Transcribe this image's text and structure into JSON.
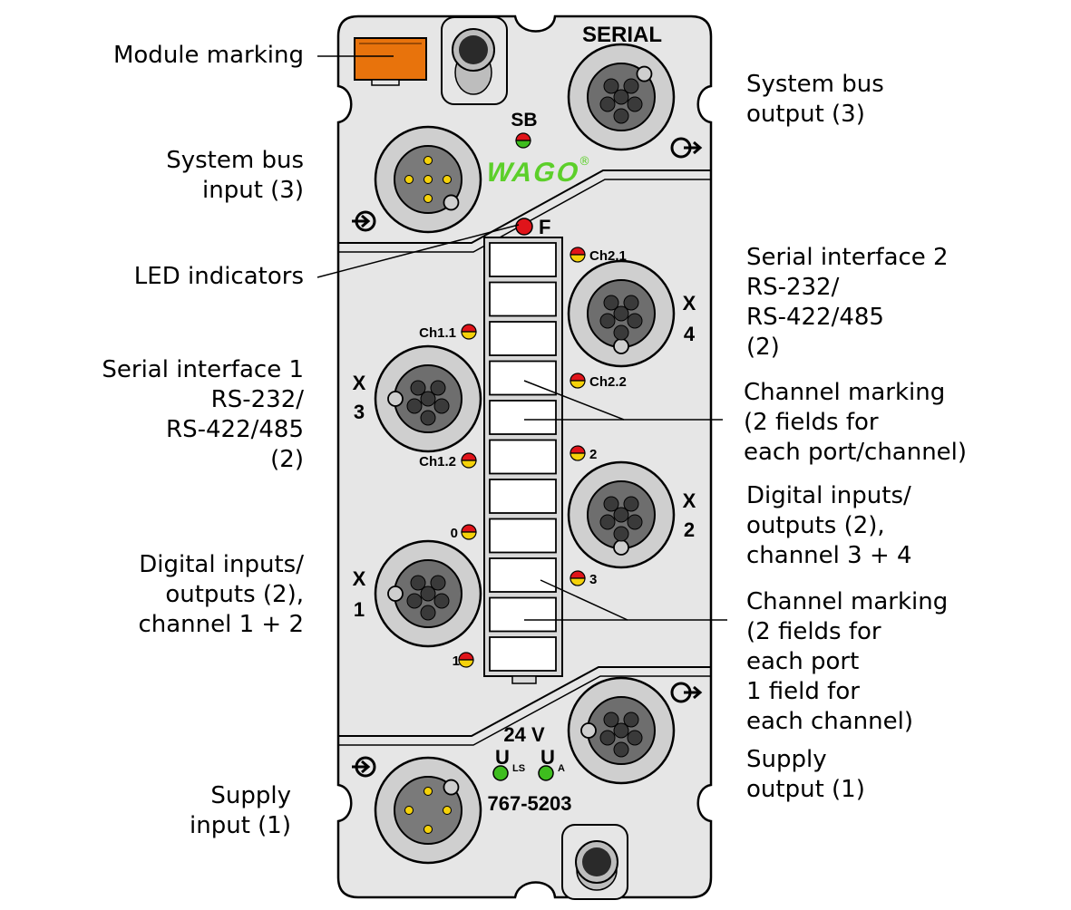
{
  "device": {
    "header": "SERIAL",
    "sb_label": "SB",
    "brand": "WAGO",
    "fault_label": "F",
    "ch2_1": "Ch2.1",
    "ch2_2": "Ch2.2",
    "ch1_1": "Ch1.1",
    "ch1_2": "Ch1.2",
    "led_2": "2",
    "led_3": "3",
    "led_0": "0",
    "led_1": "1",
    "x4_letter": "X",
    "x4_num": "4",
    "x3_letter": "X",
    "x3_num": "3",
    "x2_letter": "X",
    "x2_num": "2",
    "x1_letter": "X",
    "x1_num": "1",
    "voltage": "24 V",
    "u_ls": "U",
    "u_ls_sub": "LS",
    "u_a": "U",
    "u_a_sub": "A",
    "part_number": "767-5203"
  },
  "labels": {
    "module_marking": [
      "Module marking"
    ],
    "system_bus_input": [
      "System bus",
      "input (3)"
    ],
    "led_indicators": [
      "LED indicators"
    ],
    "serial_interface_1": [
      "Serial interface 1",
      "RS-232/",
      "RS-422/485",
      "(2)"
    ],
    "digital_io_1": [
      "Digital inputs/",
      "outputs (2),",
      "channel 1 + 2"
    ],
    "supply_input": [
      "Supply",
      "input (1)"
    ],
    "system_bus_output": [
      "System bus",
      "output (3)"
    ],
    "serial_interface_2": [
      "Serial interface 2",
      "RS-232/",
      "RS-422/485",
      "(2)"
    ],
    "channel_marking_a": [
      "Channel marking",
      "(2 fields for",
      "each port/channel)"
    ],
    "digital_io_2": [
      "Digital inputs/",
      "outputs (2),",
      "channel 3 + 4"
    ],
    "channel_marking_b": [
      "Channel marking",
      "(2 fields for",
      "each port",
      "1 field for",
      "each channel)"
    ],
    "supply_output": [
      "Supply",
      "output (1)"
    ]
  },
  "colors": {
    "housing": "#e6e6e6",
    "connector_ring": "#cfcfcf",
    "connector_face": "#6e6e6e",
    "module_marking": "#e8730c",
    "led_red": "#e0141a",
    "led_yellow": "#f5d20a",
    "led_green": "#3ebd1e",
    "brand_green": "#5ccf2a"
  }
}
